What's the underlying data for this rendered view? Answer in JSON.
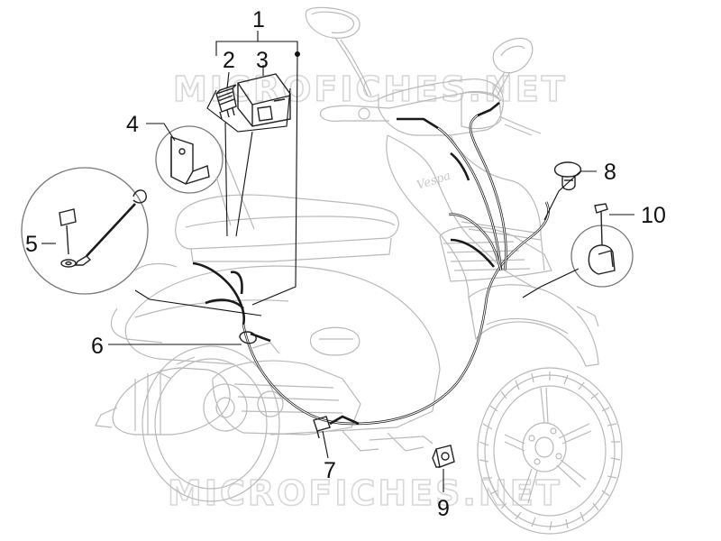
{
  "watermark": {
    "top": "MICROFICHES.NET",
    "bottom": "MICROFICHES.NET"
  },
  "frame_brand": "Vespa",
  "callouts": [
    {
      "id": "1",
      "label": "1"
    },
    {
      "id": "2",
      "label": "2"
    },
    {
      "id": "3",
      "label": "3"
    },
    {
      "id": "4",
      "label": "4"
    },
    {
      "id": "5",
      "label": "5"
    },
    {
      "id": "6",
      "label": "6"
    },
    {
      "id": "7",
      "label": "7"
    },
    {
      "id": "8",
      "label": "8"
    },
    {
      "id": "9",
      "label": "9"
    },
    {
      "id": "10",
      "label": "10"
    }
  ]
}
